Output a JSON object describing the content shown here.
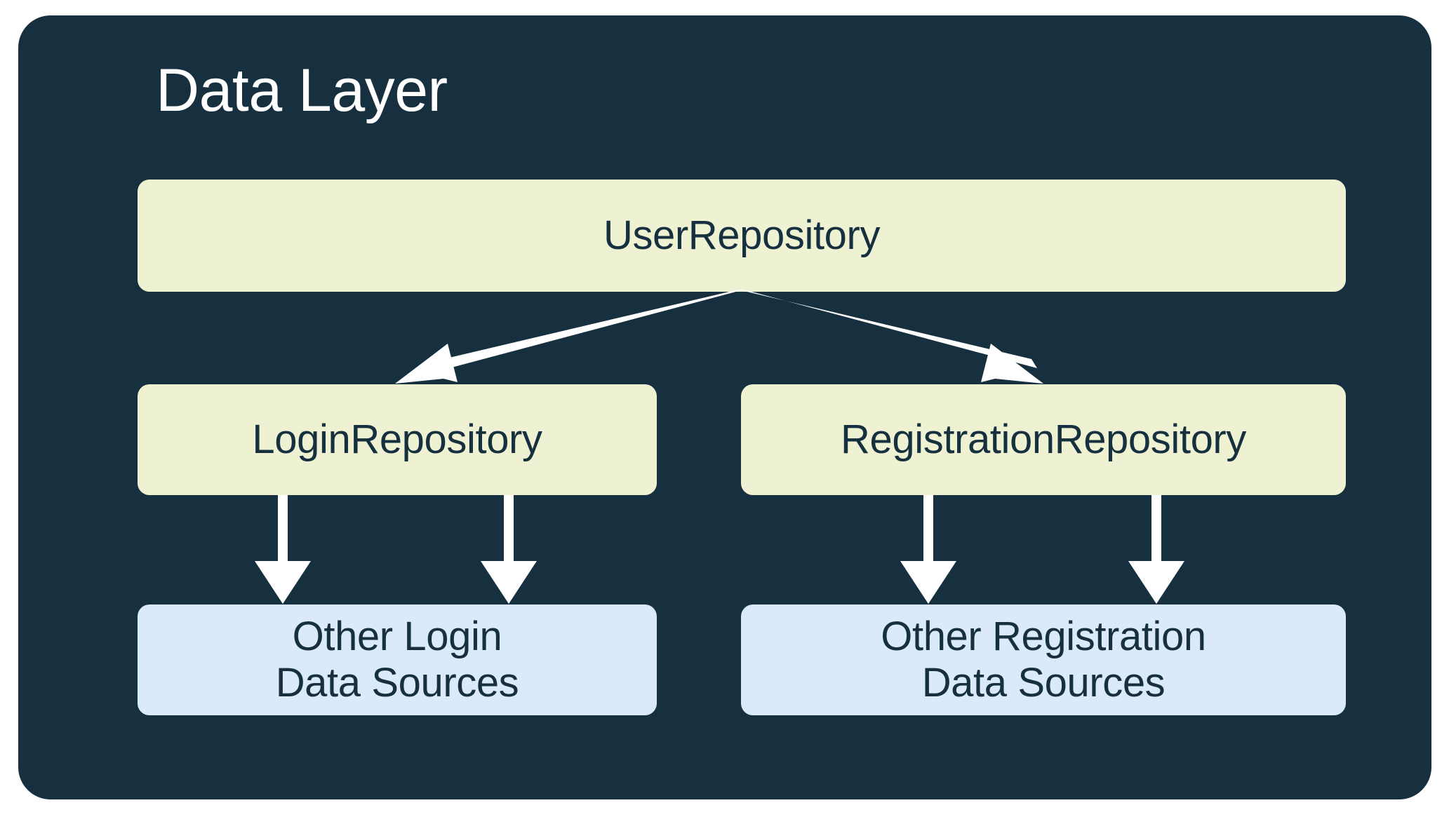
{
  "diagram": {
    "title": "Data Layer",
    "type": "architecture-block-diagram",
    "colors": {
      "panel_background": "#17303f",
      "page_background": "#ffffff",
      "title_text": "#ffffff",
      "repository_box": "#eef2d2",
      "data_source_box": "#daeafa",
      "box_text": "#17303f",
      "arrow": "#ffffff"
    },
    "nodes": [
      {
        "id": "user-repository",
        "label": "UserRepository",
        "kind": "repository",
        "row": 1
      },
      {
        "id": "login-repository",
        "label": "LoginRepository",
        "kind": "repository",
        "row": 2
      },
      {
        "id": "registration-repository",
        "label": "RegistrationRepository",
        "kind": "repository",
        "row": 2
      },
      {
        "id": "other-login-data-sources",
        "label": "Other Login\nData Sources",
        "kind": "data-source",
        "row": 3
      },
      {
        "id": "other-registration-data-sources",
        "label": "Other Registration\nData Sources",
        "kind": "data-source",
        "row": 3
      }
    ],
    "edges": [
      {
        "from": "user-repository",
        "to": "login-repository",
        "style": "arrow"
      },
      {
        "from": "user-repository",
        "to": "registration-repository",
        "style": "arrow"
      },
      {
        "from": "login-repository",
        "to": "other-login-data-sources",
        "style": "arrow"
      },
      {
        "from": "login-repository",
        "to": "other-login-data-sources",
        "style": "arrow"
      },
      {
        "from": "registration-repository",
        "to": "other-registration-data-sources",
        "style": "arrow"
      },
      {
        "from": "registration-repository",
        "to": "other-registration-data-sources",
        "style": "arrow"
      }
    ]
  }
}
